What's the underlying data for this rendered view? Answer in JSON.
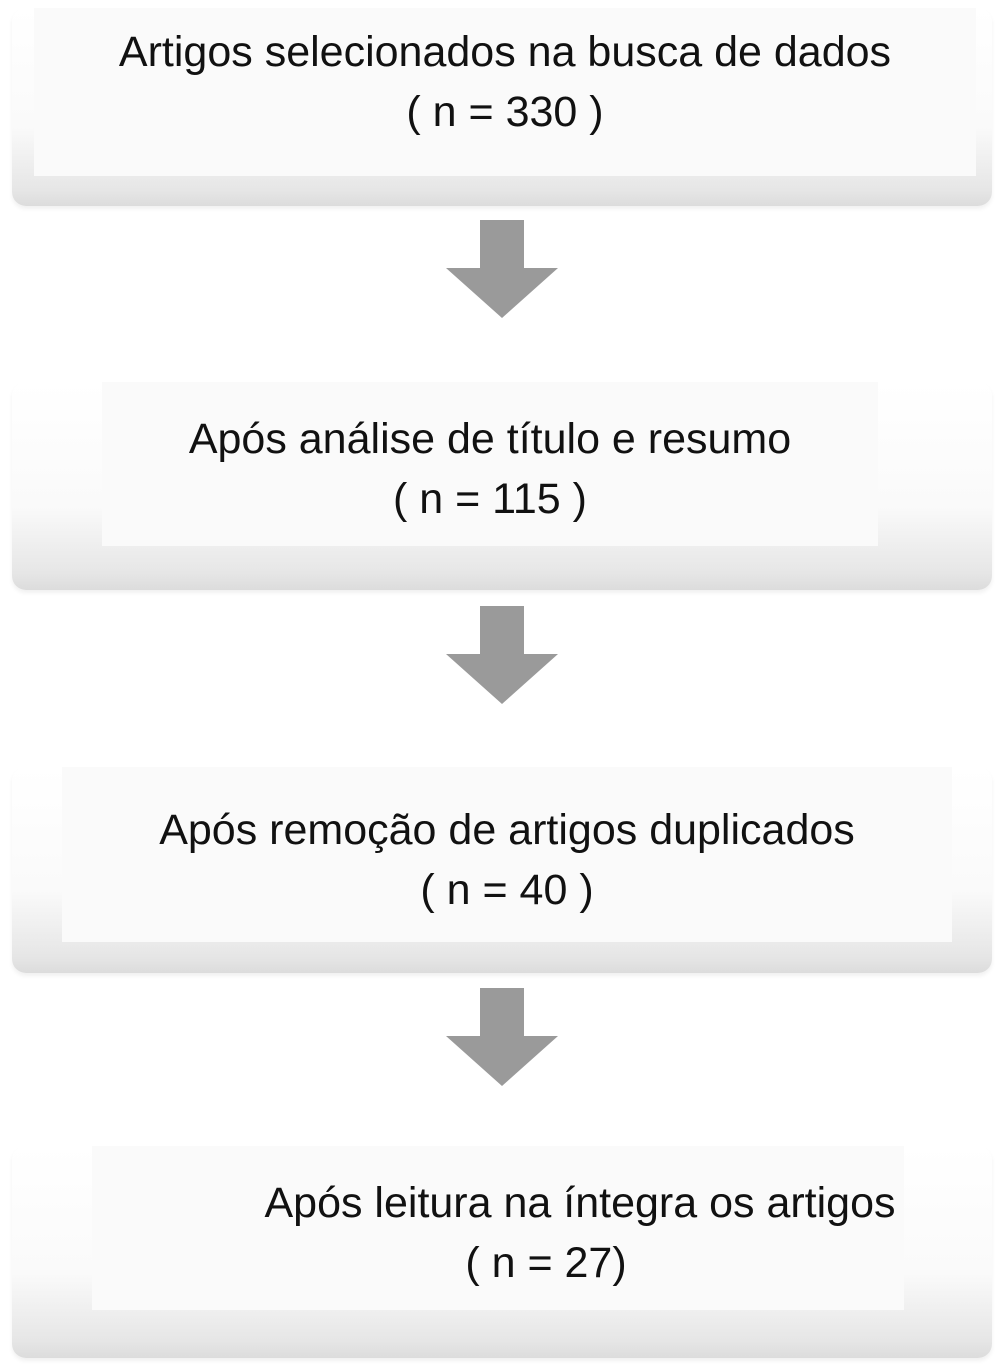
{
  "steps": [
    {
      "label": "Artigos selecionados na busca de dados",
      "count": "( n = 330 )"
    },
    {
      "label": "Após análise de título e resumo",
      "count": "( n = 115 )"
    },
    {
      "label": "Após remoção de artigos duplicados",
      "count": "( n = 40 )"
    },
    {
      "label": "Após leitura na íntegra os artigos",
      "count": "( n = 27)"
    }
  ],
  "colors": {
    "arrow": "#9a9a9a",
    "box_fill": "#fafafa",
    "text": "#111111"
  },
  "icons": {
    "connector": "arrow-down-icon"
  }
}
